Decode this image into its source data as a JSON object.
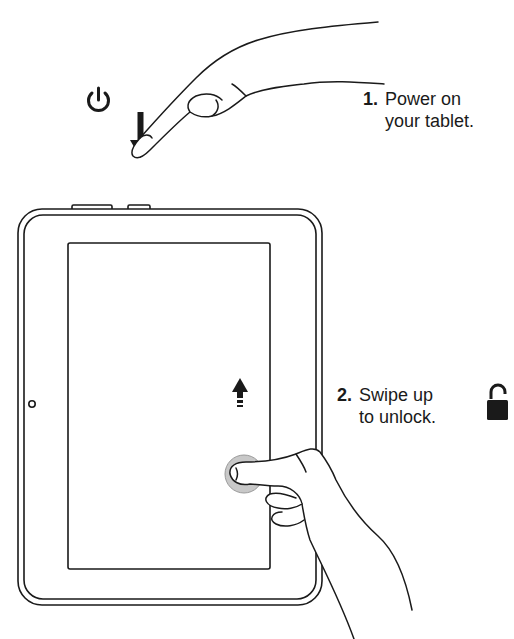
{
  "diagram": {
    "labels": [
      "1.",
      "Power on your tablet.",
      "2.",
      "Swipe up to unlock."
    ]
  }
}
